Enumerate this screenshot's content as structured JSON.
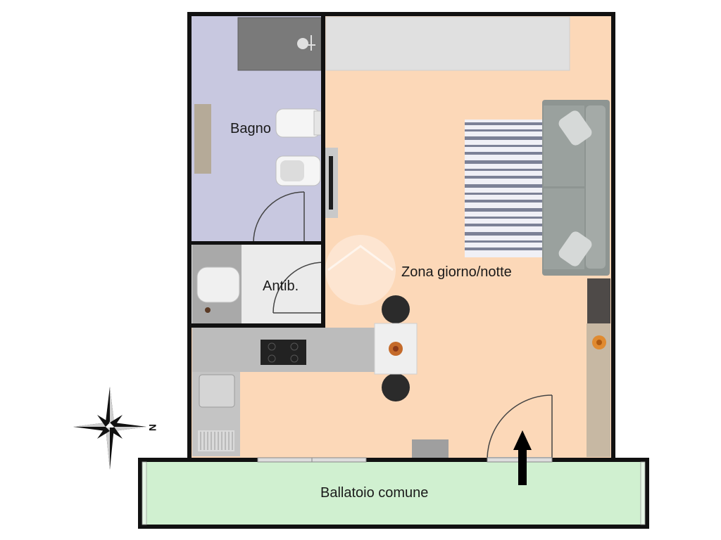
{
  "rooms": {
    "bagno": "Bagno",
    "antib": "Antib.",
    "zona": "Zona giorno/notte",
    "ballatoio": "Ballatoio comune"
  },
  "compass": {
    "north_label": "N"
  },
  "colors": {
    "bagno": "#c8c8e0",
    "zona": "#fcd8b8",
    "ballatoio": "#d0f0d0",
    "wall": "#111111",
    "kitchen_counter": "#bcbcbc",
    "sofa": "#8e9592"
  }
}
